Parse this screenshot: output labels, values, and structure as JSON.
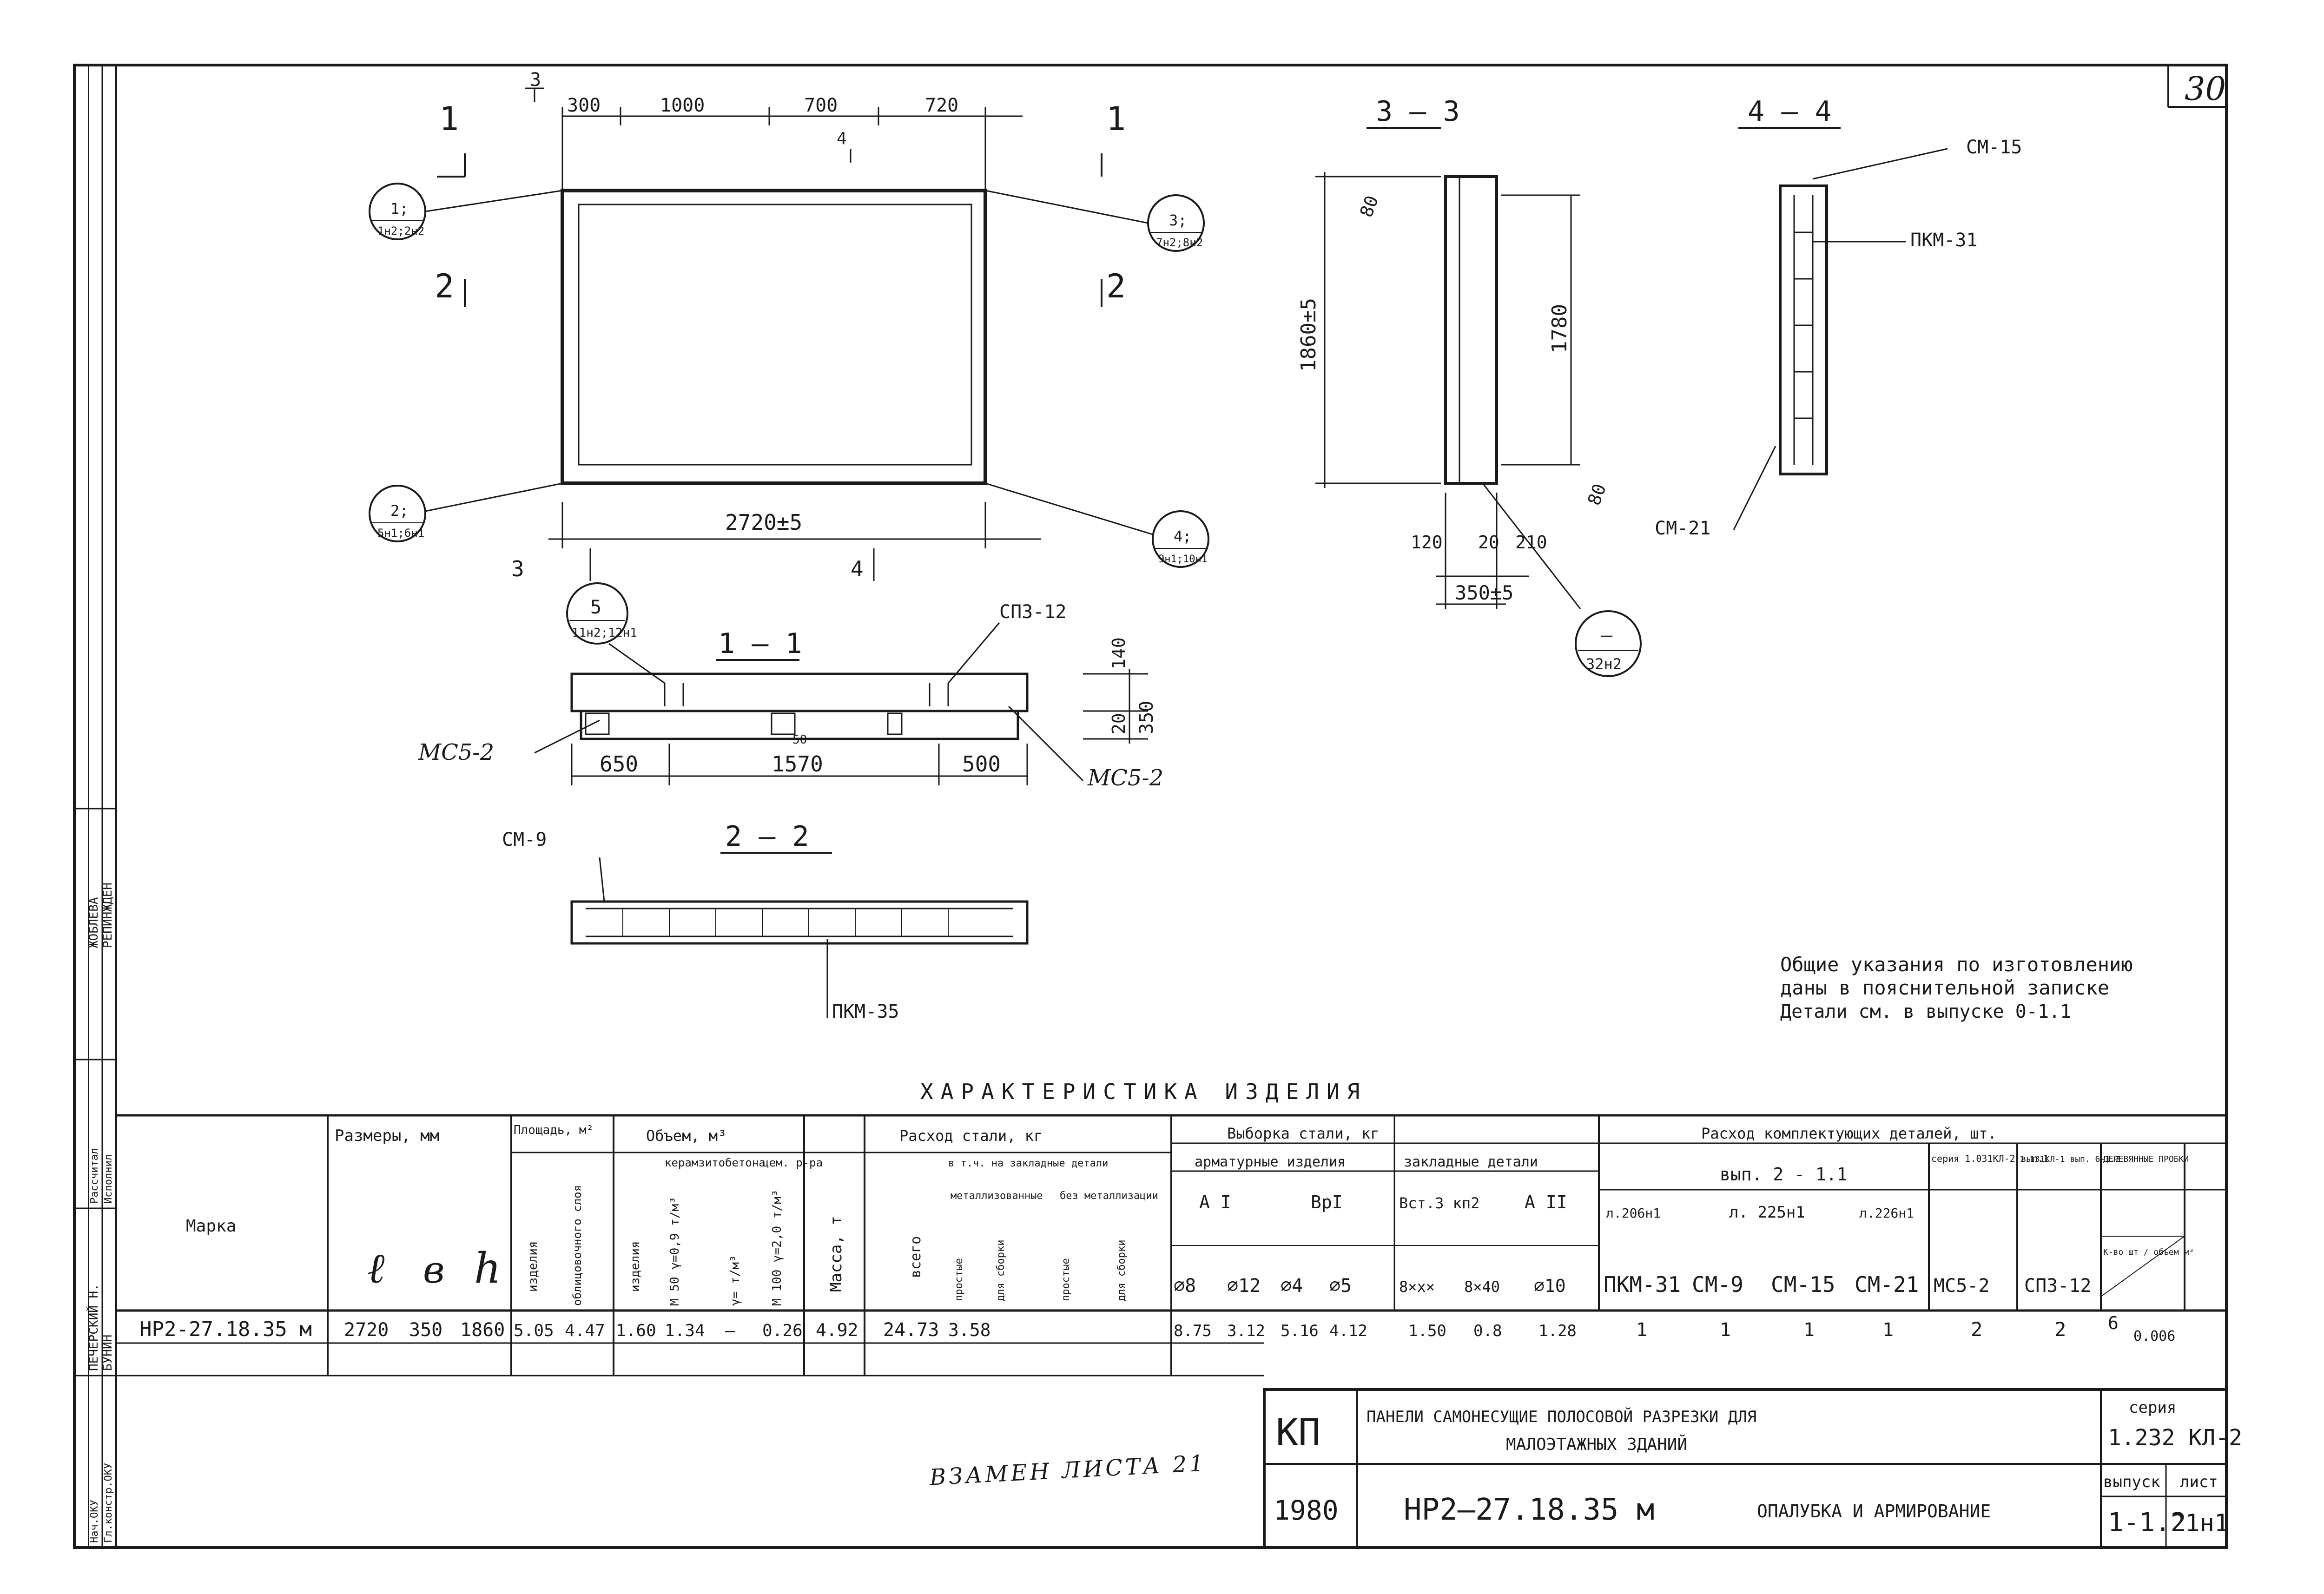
{
  "sheet": {
    "page_number": "30",
    "replaces_note": "ВЗАМЕН ЛИСТА 21"
  },
  "drawing": {
    "plan": {
      "top_dims": [
        "300",
        "1000",
        "700",
        "720"
      ],
      "dim_3_top": "3",
      "dim_4_top": "4",
      "section_mark_1": "1",
      "section_mark_2": "2",
      "bottom_dim": "2720±5",
      "dim_3_bottom": "3",
      "dim_4_bottom": "4",
      "callout_1": {
        "num": "1;",
        "text": "1н2;2н2"
      },
      "callout_2": {
        "num": "2;",
        "text": "5н1;6н1"
      },
      "callout_3": {
        "num": "3;",
        "text": "7н2;8н2"
      },
      "callout_4": {
        "num": "4;",
        "text": "9н1;10н1"
      }
    },
    "section_3_3": {
      "title": "3 — 3",
      "height": "1860±5",
      "inner_height": "1780",
      "top_dim": "80",
      "bottom_dim": "80",
      "bottom_dims": [
        "120",
        "20",
        "210"
      ],
      "total_width": "350±5",
      "callout": {
        "num": "–",
        "text": "32н2"
      }
    },
    "section_4_4": {
      "title": "4 — 4",
      "label_top": "СМ-15",
      "label_mesh": "ПКМ-31",
      "label_bottom": "СМ-21"
    },
    "section_1_1": {
      "title": "1 — 1",
      "label_right": "СПЗ-12",
      "label_left": "МС5-2",
      "label_right_bottom": "МС5-2",
      "callout": {
        "num": "5",
        "text": "11н2;12н1"
      },
      "bottom_dims": [
        "650",
        "1570",
        "500"
      ],
      "right_dims": [
        "140",
        "20",
        "350"
      ],
      "mid_dim": "50"
    },
    "section_2_2": {
      "title": "2 — 2",
      "label_top": "СМ-9",
      "label_mesh": "ПКМ-35"
    }
  },
  "notes": [
    "Общие указания по изготовлению",
    "даны в пояснительной записке",
    "Детали см. в выпуске 0-1.1"
  ],
  "characteristics": {
    "title": "ХАРАКТЕРИСТИКА ИЗДЕЛИЯ",
    "headers": {
      "mark": "Марка",
      "sizes": "Размеры, мм",
      "l": "ℓ",
      "b": "в",
      "h": "h",
      "area": "Площадь, м²",
      "area_item": "изделия",
      "area_facing": "облицовочного слоя",
      "volume": "Объем, м³",
      "vol_item": "изделия",
      "ceramzite": "керамзитобетона",
      "cer_a": "М 50 γ=0,9 т/м³",
      "cer_b": "γ= т/м³",
      "cement": "цем. р-ра",
      "cement_a": "М 100 γ=2,0 т/м³",
      "mass": "Масса, т",
      "steel": "Расход стали, кг",
      "steel_total": "всего",
      "steel_incl": "в т.ч. на закладные детали",
      "metallized": "металлизованные",
      "nonmetallized": "без металлизации",
      "sub_simple": "простые",
      "sub_assembly": "для сборки",
      "steel_sel": "Выборка стали, кг",
      "reinf": "арматурные изделия",
      "embedded": "закладные детали",
      "grade_a1": "А I",
      "grade_bp1": "ВрI",
      "grade_vst": "Вст.3 кп2",
      "grade_a2": "А II",
      "diam": [
        "⌀8",
        "⌀12",
        "⌀4",
        "⌀5",
        "8×х×",
        "8×40",
        "⌀10"
      ],
      "parts": "Расход комплектующих деталей, шт.",
      "issue": "вып. 2 - 1.1",
      "series": "серия 1.031КЛ-2 вып.1",
      "series2": "1.131КЛ-1 вып. 6-1.2",
      "plugs": "ДЕРЕВЯННЫЕ ПРОБКИ",
      "plugs_sub": "К-во шт / объем м³",
      "l206": "л.206н1",
      "l225": "л. 225н1",
      "l226": "л.226н1",
      "parts_list": [
        "ПКМ-31",
        "СМ-9",
        "СМ-15",
        "СМ-21",
        "МС5-2",
        "СПЗ-12"
      ]
    },
    "row": {
      "mark": "НР2-27.18.35 м",
      "l": "2720",
      "b": "350",
      "h": "1860",
      "area_item": "5.05",
      "area_facing": "4.47",
      "vol_item": "1.60",
      "vol_cer": "1.34",
      "vol_cer2": "–",
      "vol_cement": "0.26",
      "mass": "4.92",
      "steel_total": "24.73",
      "steel_met": "3.58",
      "d8": "8.75",
      "d12": "3.12",
      "d4": "5.16",
      "d5": "4.12",
      "e1": "1.50",
      "e2": "0.8",
      "e3": "1.28",
      "parts": [
        "1",
        "1",
        "1",
        "1",
        "2",
        "2"
      ],
      "plugs_qty": "6",
      "plugs_vol": "0.006"
    }
  },
  "side_stamp": {
    "roles": [
      "Рассчитал",
      "Исполнил",
      "Нач.ОКУ",
      "Гл.констр.ОКУ"
    ],
    "names": [
      "ПЕЧЕРСКИЙ Н.",
      "БУНИН",
      "ЖОБЛЕВА",
      "РЕПИНЖДЕН"
    ]
  },
  "title_block": {
    "kp": "КП",
    "year": "1980",
    "title_line1": "ПАНЕЛИ САМОНЕСУЩИЕ ПОЛОСОВОЙ РАЗРЕЗКИ ДЛЯ",
    "title_line2": "МАЛОЭТАЖНЫХ ЗДАНИЙ",
    "mark": "НР2—27.18.35 м",
    "subtitle": "ОПАЛУБКА И АРМИРОВАНИЕ",
    "series_label": "серия",
    "series_value": "1.232 КЛ-2",
    "issue_label": "выпуск",
    "issue_value": "1-1.2",
    "sheet_label": "лист",
    "sheet_value": "21н1"
  }
}
